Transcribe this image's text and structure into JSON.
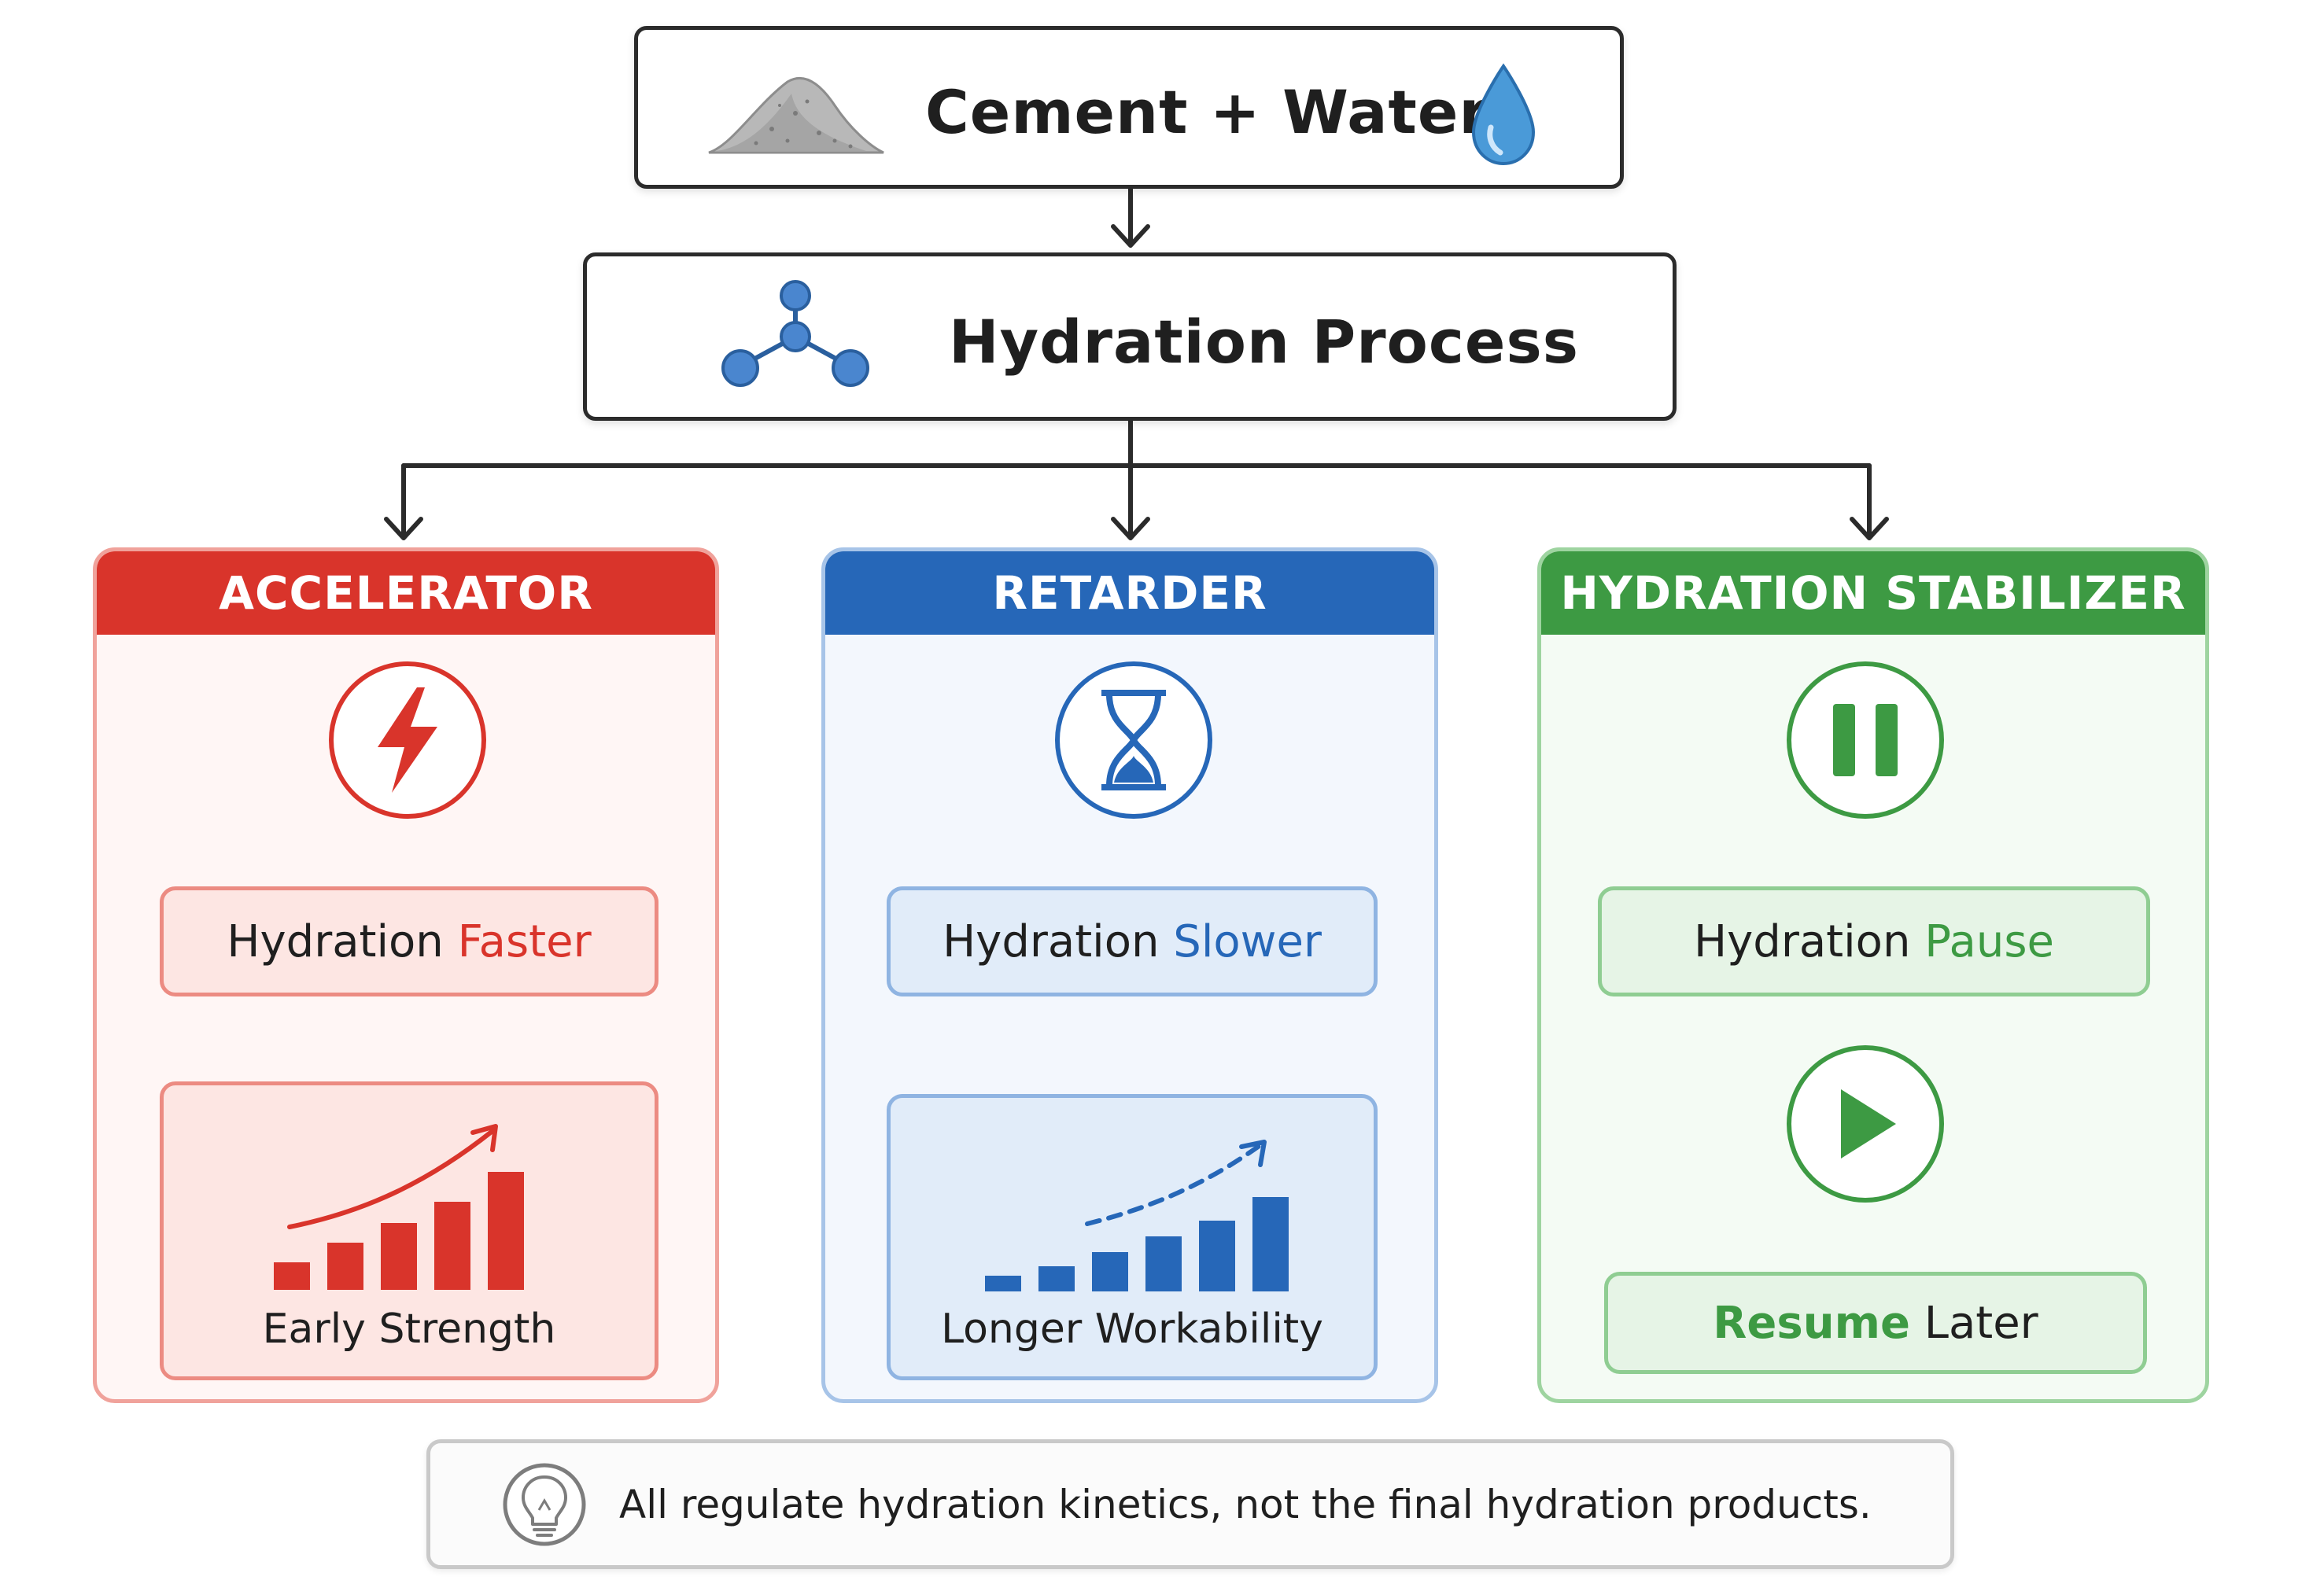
{
  "top_box": {
    "label": "Cement + Water",
    "left_icon": "cement-powder-icon",
    "right_icon": "water-drop-icon"
  },
  "process_box": {
    "label": "Hydration Process",
    "icon": "molecule-icon"
  },
  "colors": {
    "accelerator": "#d9342b",
    "retarder": "#2667b8",
    "stabilizer": "#3d9a43",
    "line": "#2b2b2b"
  },
  "accelerator": {
    "title": "ACCELERATOR",
    "icon": "lightning-bolt-icon",
    "effect_prefix": "Hydration ",
    "effect_highlight": "Faster",
    "chart_icon": "rising-bar-chart-icon",
    "outcome": "Early Strength"
  },
  "retarder": {
    "title": "RETARDER",
    "icon": "hourglass-icon",
    "effect_prefix": "Hydration ",
    "effect_highlight": "Slower",
    "chart_icon": "gradual-bar-chart-icon",
    "outcome": "Longer Workability"
  },
  "stabilizer": {
    "title": "HYDRATION STABILIZER",
    "icon": "pause-icon",
    "effect_prefix": "Hydration ",
    "effect_highlight": "Pause",
    "resume_icon": "play-icon",
    "resume_highlight": "Resume",
    "resume_suffix": " Later"
  },
  "note": {
    "icon": "lightbulb-icon",
    "text": "All regulate hydration kinetics, not the final hydration products."
  }
}
